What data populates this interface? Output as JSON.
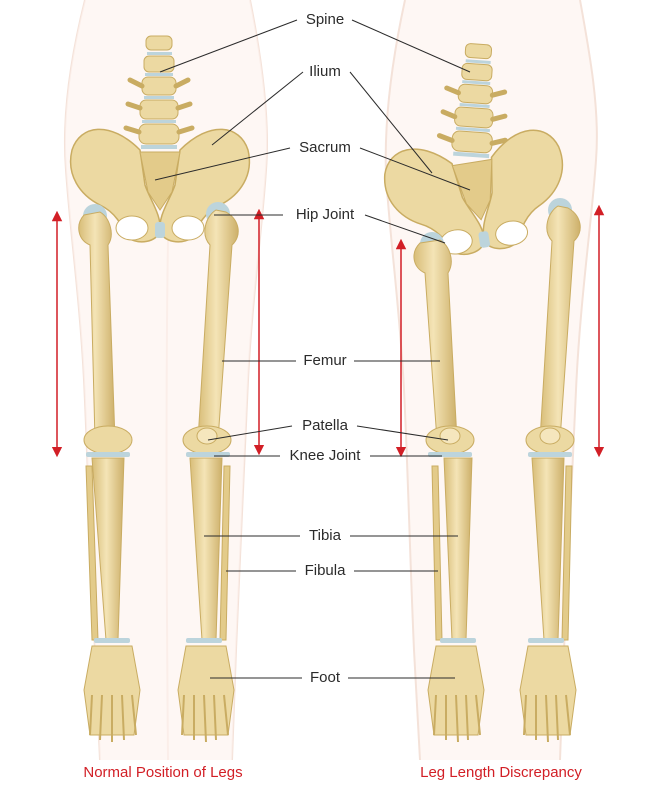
{
  "labels": {
    "spine": "Spine",
    "ilium": "Ilium",
    "sacrum": "Sacrum",
    "hip_joint": "Hip Joint",
    "femur": "Femur",
    "patella": "Patella",
    "knee_joint": "Knee Joint",
    "tibia": "Tibia",
    "fibula": "Fibula",
    "foot": "Foot"
  },
  "captions": {
    "left": "Normal Position of Legs",
    "right": "Leg Length Discrepancy"
  },
  "colors": {
    "bone": "#ecd9a2",
    "bone_shadow": "#c9ac62",
    "cartilage": "#bcd4dc",
    "body_outline": "#f7e8e1",
    "arrow": "#d21f26",
    "leader": "#2b2b2b"
  }
}
